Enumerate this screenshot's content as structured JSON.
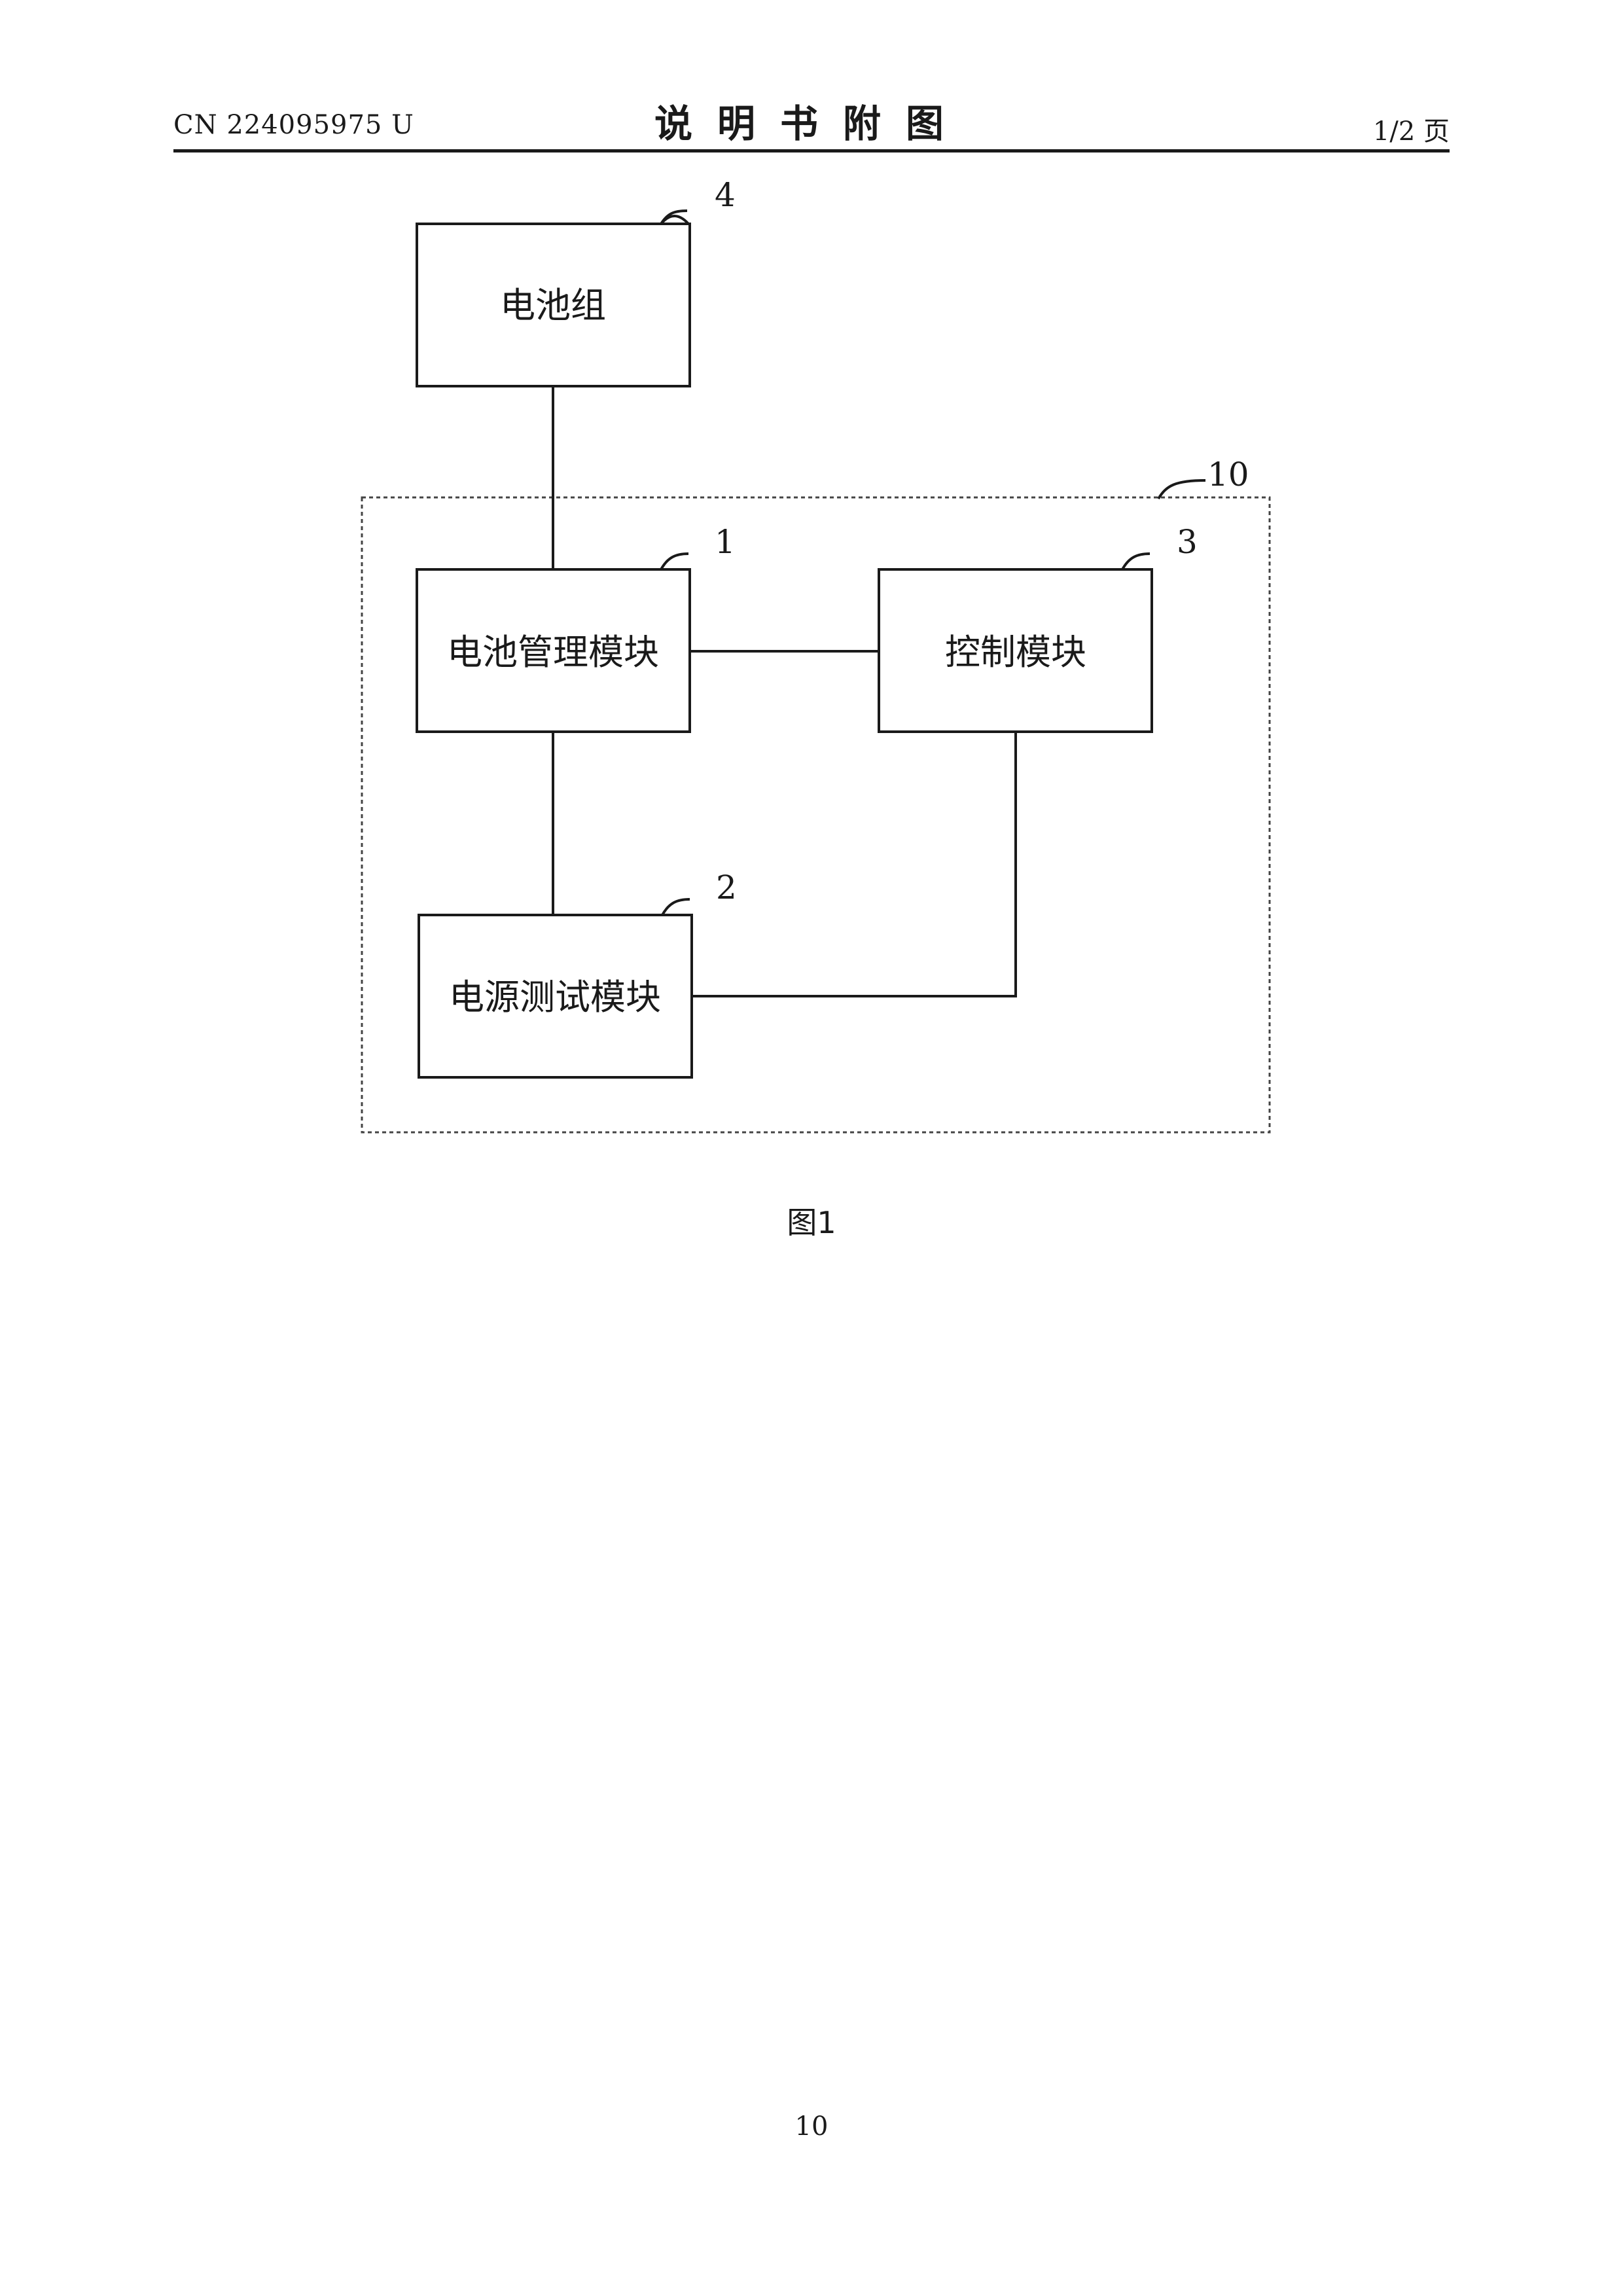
{
  "header": {
    "patent_number": "CN 224095975 U",
    "title": "说明书附图",
    "page_indicator": "1/2 页"
  },
  "diagram": {
    "boxes": {
      "battery_pack": {
        "label": "电池组",
        "ref": "4"
      },
      "bms": {
        "label": "电池管理模块",
        "ref": "1"
      },
      "control": {
        "label": "控制模块",
        "ref": "3"
      },
      "power_test": {
        "label": "电源测试模块",
        "ref": "2"
      }
    },
    "group": {
      "ref": "10"
    },
    "connections": [
      [
        "battery_pack",
        "bms"
      ],
      [
        "bms",
        "control"
      ],
      [
        "bms",
        "power_test"
      ],
      [
        "control",
        "power_test"
      ]
    ]
  },
  "figure_caption": "图1",
  "page_number": "10"
}
